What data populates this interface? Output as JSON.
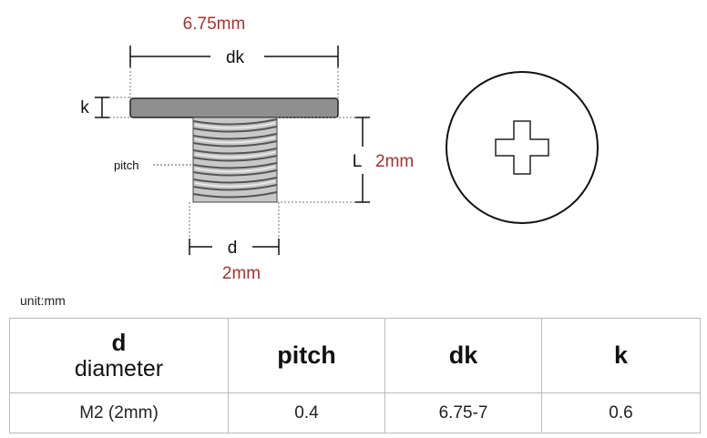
{
  "diagram": {
    "dk_value": "6.75mm",
    "dk_symbol": "dk",
    "k_symbol": "k",
    "pitch_label": "pitch",
    "L_symbol": "L",
    "L_value": "2mm",
    "d_symbol": "d",
    "d_value": "2mm",
    "dimension_value_color": "#a63232",
    "head_fill_color": "#8f8f8f"
  },
  "unit_label": "unit:mm",
  "table": {
    "headers": [
      {
        "symbol": "d",
        "desc": "diameter"
      },
      {
        "symbol": "pitch"
      },
      {
        "symbol": "dk"
      },
      {
        "symbol": "k"
      }
    ],
    "rows": [
      [
        "M2 (2mm)",
        "0.4",
        "6.75-7",
        "0.6"
      ]
    ]
  }
}
